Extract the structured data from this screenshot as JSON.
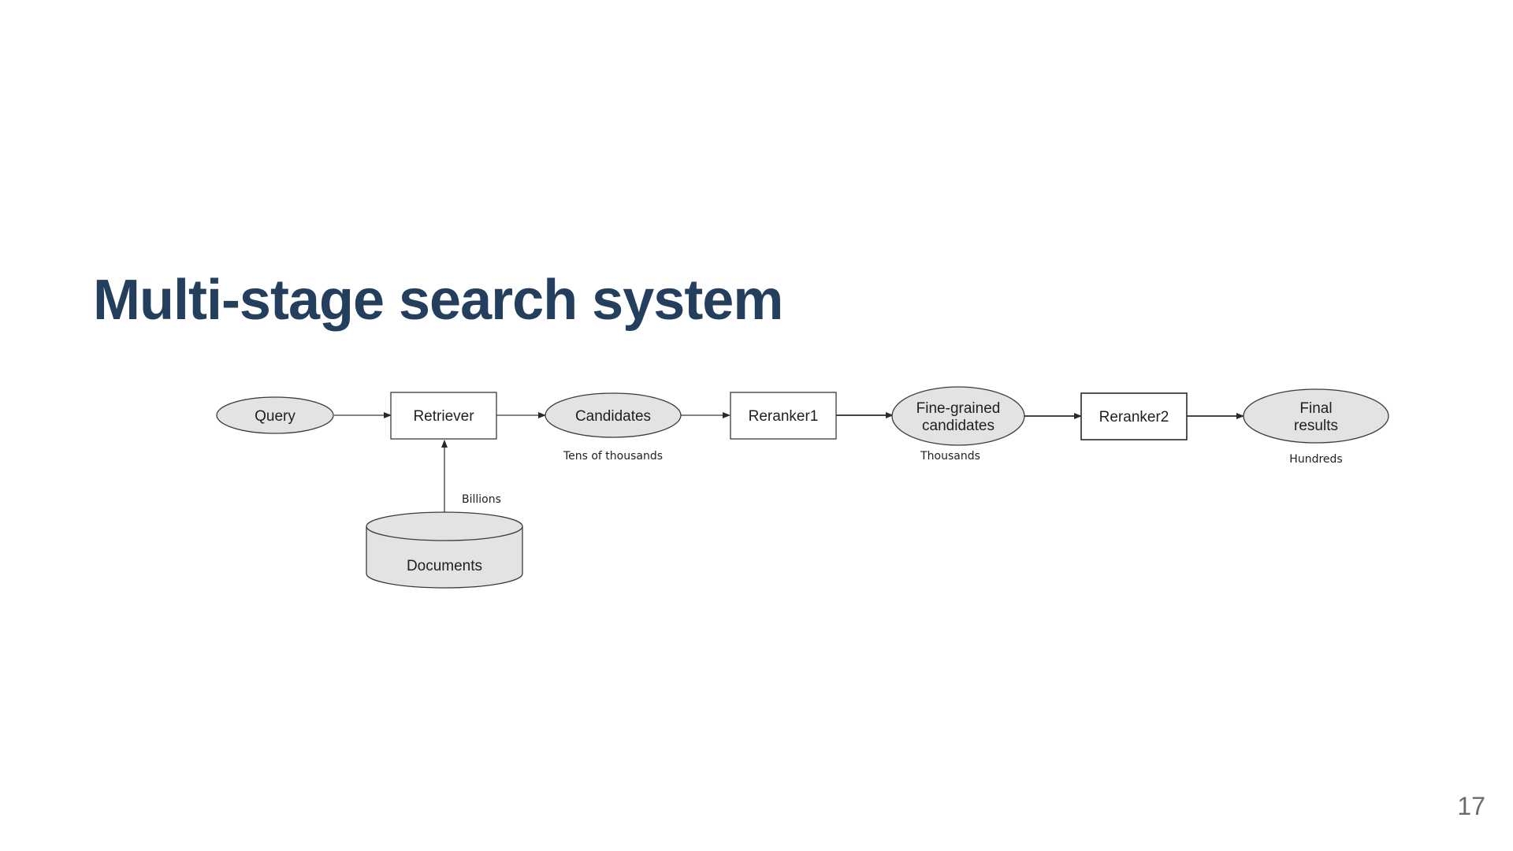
{
  "slide": {
    "title": "Multi-stage search system",
    "page_number": "17"
  },
  "diagram": {
    "nodes": {
      "query": "Query",
      "retriever": "Retriever",
      "candidates": "Candidates",
      "reranker1": "Reranker1",
      "fine_grained_line1": "Fine-grained",
      "fine_grained_line2": "candidates",
      "reranker2": "Reranker2",
      "final_line1": "Final",
      "final_line2": "results",
      "documents": "Documents"
    },
    "counts": {
      "billions": "Billions",
      "tens_of_thousands": "Tens of thousands",
      "thousands": "Thousands",
      "hundreds": "Hundreds"
    }
  },
  "colors": {
    "title": "#243f5e",
    "ellipse_fill": "#e3e3e3",
    "box_fill": "#ffffff",
    "stroke": "#3a3a3a",
    "page_number": "#6b6b6b"
  }
}
